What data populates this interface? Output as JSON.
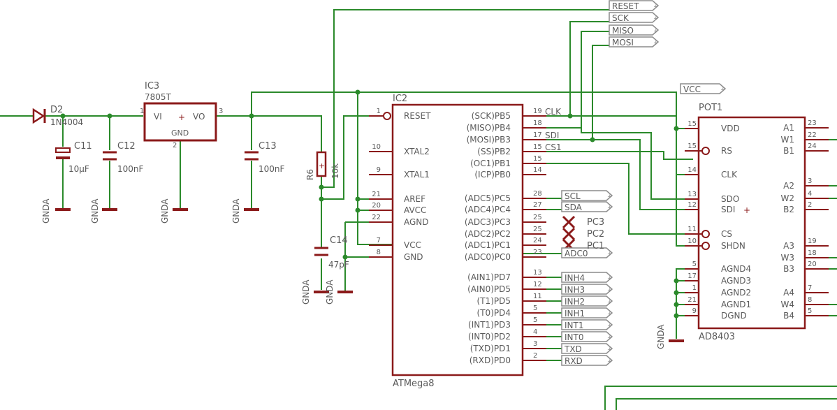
{
  "colors": {
    "wire": "#2b8a2b",
    "part": "#8b1a1a",
    "label": "#5a5a5a",
    "pin": "#8b1a1a",
    "bg": "#ffffff"
  },
  "parts": {
    "d2": {
      "name": "D2",
      "value": "1N4004"
    },
    "c11": {
      "name": "C11",
      "value": "10µF"
    },
    "c12": {
      "name": "C12",
      "value": "100nF"
    },
    "ic3": {
      "name": "IC3",
      "value": "7805T",
      "vi": "VI",
      "vo": "VO",
      "gnd": "GND",
      "pin_in": "1",
      "pin_out": "3",
      "pin_gnd": "2"
    },
    "c13": {
      "name": "C13",
      "value": "100nF"
    },
    "r6": {
      "name": "R6",
      "value": "10k"
    },
    "c14": {
      "name": "C14",
      "value": "47pF"
    },
    "ic2": {
      "name": "IC2",
      "value": "ATMega8",
      "left_pins": [
        {
          "label": "RESET",
          "num": "1"
        },
        {
          "label": "XTAL2",
          "num": "10"
        },
        {
          "label": "XTAL1",
          "num": "9"
        },
        {
          "label": "AREF",
          "num": "21"
        },
        {
          "label": "AVCC",
          "num": "20"
        },
        {
          "label": "AGND",
          "num": "22"
        },
        {
          "label": "VCC",
          "num": "7"
        },
        {
          "label": "GND",
          "num": "8"
        }
      ],
      "right_pins": [
        {
          "label": "(SCK)PB5",
          "num": "19"
        },
        {
          "label": "(MISO)PB4",
          "num": "18"
        },
        {
          "label": "(MOSI)PB3",
          "num": "17"
        },
        {
          "label": "(SS)PB2",
          "num": "15"
        },
        {
          "label": "(OC1)PB1",
          "num": "15"
        },
        {
          "label": "(ICP)PB0",
          "num": "14"
        },
        {
          "label": "(ADC5)PC5",
          "num": "28"
        },
        {
          "label": "(ADC4)PC4",
          "num": "27"
        },
        {
          "label": "(ADC3)PC3",
          "num": "25"
        },
        {
          "label": "(ADC2)PC2",
          "num": "25"
        },
        {
          "label": "(ADC1)PC1",
          "num": "24"
        },
        {
          "label": "(ADC0)PC0",
          "num": "23"
        },
        {
          "label": "(AIN1)PD7",
          "num": "13"
        },
        {
          "label": "(AIN0)PD5",
          "num": "12"
        },
        {
          "label": "(T1)PD5",
          "num": "11"
        },
        {
          "label": "(T0)PD4",
          "num": "5"
        },
        {
          "label": "(INT1)PD3",
          "num": "5"
        },
        {
          "label": "(INT0)PD2",
          "num": "4"
        },
        {
          "label": "(TXD)PD1",
          "num": "3"
        },
        {
          "label": "(RXD)PD0",
          "num": "2"
        }
      ]
    },
    "pot1": {
      "name": "POT1",
      "value": "AD8403",
      "left_pins": [
        {
          "label": "VDD",
          "num": "15"
        },
        {
          "label": "RS",
          "num": "15"
        },
        {
          "label": "CLK",
          "num": "14"
        },
        {
          "label": "SDO",
          "num": "13"
        },
        {
          "label": "SDI",
          "num": "12"
        },
        {
          "label": "CS",
          "num": "11"
        },
        {
          "label": "SHDN",
          "num": "10"
        },
        {
          "label": "AGND4",
          "num": "5"
        },
        {
          "label": "AGND3",
          "num": "17"
        },
        {
          "label": "AGND2",
          "num": "1"
        },
        {
          "label": "AGND1",
          "num": "21"
        },
        {
          "label": "DGND",
          "num": "9"
        }
      ],
      "right_pins": [
        {
          "label": "A1",
          "num": "23"
        },
        {
          "label": "W1",
          "num": "22"
        },
        {
          "label": "B1",
          "num": "24"
        },
        {
          "label": "A2",
          "num": "3"
        },
        {
          "label": "W2",
          "num": "4"
        },
        {
          "label": "B2",
          "num": "2"
        },
        {
          "label": "A3",
          "num": "19"
        },
        {
          "label": "W3",
          "num": "18"
        },
        {
          "label": "B3",
          "num": "20"
        },
        {
          "label": "A4",
          "num": "7"
        },
        {
          "label": "W4",
          "num": "8"
        },
        {
          "label": "B4",
          "num": "5"
        }
      ]
    }
  },
  "net_labels": {
    "top": [
      "RESET",
      "SCK",
      "MISO",
      "MOSI"
    ],
    "vcc": "VCC",
    "clk": "CLK",
    "sdi": "SDI",
    "cs1": "CS1",
    "pc_out": [
      "SCL",
      "SDA"
    ],
    "pc_nc": [
      "PC3",
      "PC2",
      "PC1"
    ],
    "adc0": "ADC0",
    "pd_out": [
      "INH4",
      "INH3",
      "INH2",
      "INH1",
      "INT1",
      "INT0",
      "TXD",
      "RXD"
    ],
    "gnda": "GNDA"
  }
}
